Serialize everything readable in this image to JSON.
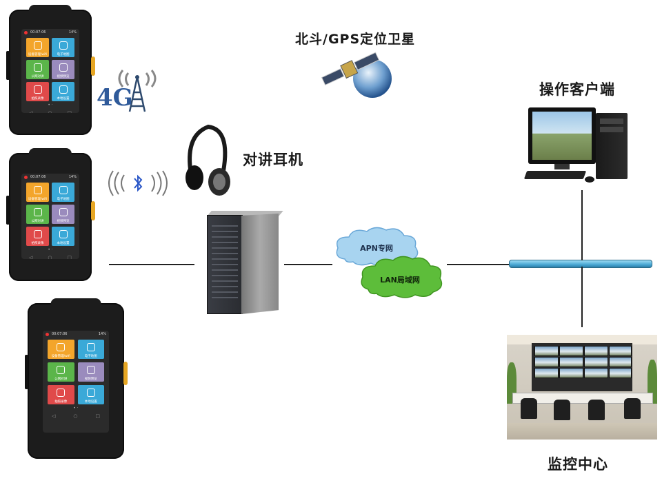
{
  "labels": {
    "satellite": "北斗/GPS定位卫星",
    "client": "操作客户端",
    "headset": "对讲耳机",
    "apn": "APN专网",
    "lan": "LAN局域网",
    "monitoring": "监控中心",
    "network_4g": "4G"
  },
  "device": {
    "time": "00:07:06",
    "battery": "14%",
    "apps": [
      {
        "label": "设备管理/wifi",
        "color": "#f3a52b"
      },
      {
        "label": "电子地图",
        "color": "#3aa9d8"
      },
      {
        "label": "公网对讲",
        "color": "#5bb54a"
      },
      {
        "label": "视频预览",
        "color": "#9a8bbd"
      },
      {
        "label": "拍照录像",
        "color": "#e04a4a"
      },
      {
        "label": "本地设置",
        "color": "#3aa9d8"
      }
    ],
    "nav": [
      "◁",
      "○",
      "□"
    ]
  },
  "icons": {
    "bluetooth": "bluetooth-icon",
    "antenna": "antenna-icon",
    "headset": "headset-icon",
    "satellite": "satellite-icon"
  },
  "colors": {
    "pipe": "#4aa8d4",
    "cloud_apn": "#a8d4f0",
    "cloud_lan": "#5dbd3a"
  }
}
